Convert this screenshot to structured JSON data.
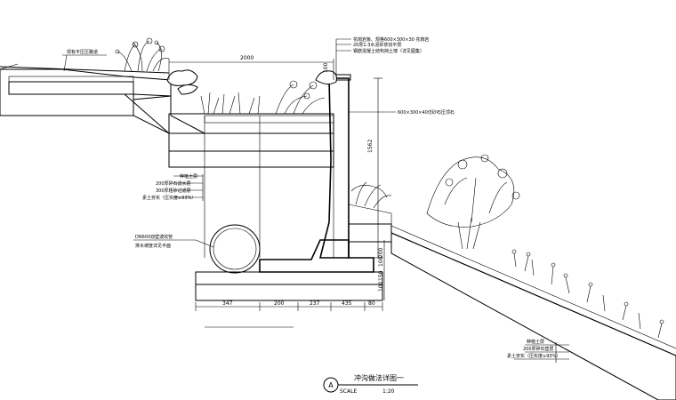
{
  "drawing": {
    "title_symbol": "A",
    "title": "冲沟做法详图一",
    "scale_label": "SCALE",
    "scale_value": "1:20"
  },
  "labels": {
    "top_left_surface": "现有平压压路道",
    "wall_cap_note": "花岗岩板、规格600×300×30 花岗岩",
    "mortar_note": "20厚1:3水泥砂浆找平层",
    "rebar_note": "钢筋混凝土结构挡土墙（详见图集）",
    "coping_note": "600×300×40仿砂石压顶石",
    "planting_layer": "种植土层",
    "gravel_layer": "200厚碎石滤水层",
    "drain_layer": "300厚粗砂过滤层",
    "soil_layer": "素土夯实（压实度≥93%）",
    "pipe_label": "DN600双壁波纹管",
    "pipe_sub": "排水坡度详见平面",
    "slope_planting": "种植土层",
    "slope_gravel": "200厚碎石垫层",
    "slope_soil": "素土夯实（压实度≥93%）"
  },
  "dimensions": {
    "top_width": "2000",
    "top_small": "100",
    "wall_height": "1562",
    "base_1": "347",
    "base_2": "200",
    "base_3": "237",
    "base_4": "435",
    "base_5": "80",
    "side_1": "100",
    "side_2": "150",
    "side_3": "100",
    "side_4": "200"
  },
  "colors": {
    "line": "#000000",
    "background": "#ffffff"
  }
}
